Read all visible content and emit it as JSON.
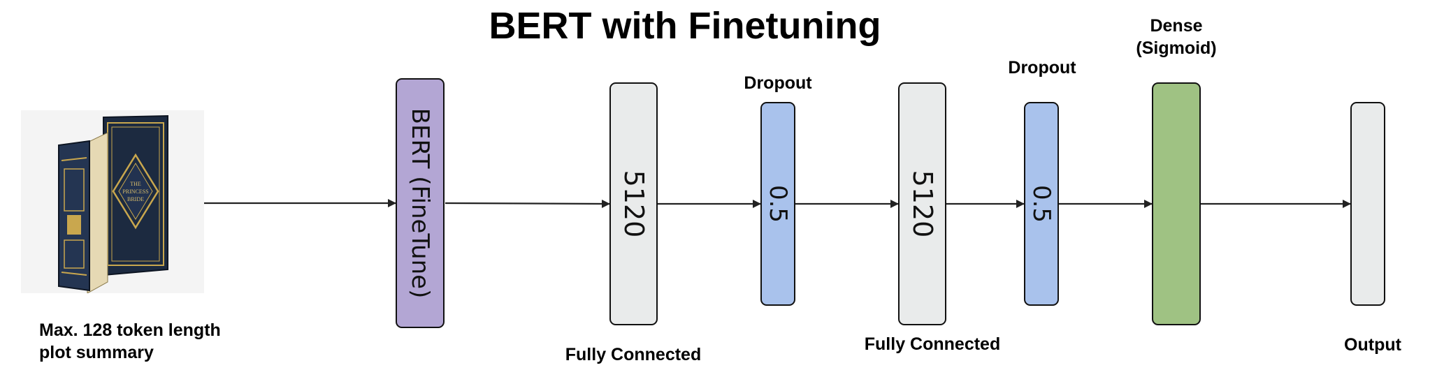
{
  "title": "BERT with Finetuning",
  "input": {
    "caption_line1": "Max. 128 token length",
    "caption_line2": "plot summary",
    "book_lettering": [
      "THE",
      "PRINCESS",
      "BRIDE"
    ]
  },
  "layers": [
    {
      "id": "bert",
      "text": "BERT (FineTune)",
      "label": "",
      "color": "#b3a6d4"
    },
    {
      "id": "fc1",
      "text": "5120",
      "label": "Fully Connected",
      "color": "#e9ebeb"
    },
    {
      "id": "dropout1",
      "text": "0.5",
      "label": "Dropout",
      "color": "#a9c2ec"
    },
    {
      "id": "fc2",
      "text": "5120",
      "label": "Fully  Connected",
      "color": "#e9ebeb"
    },
    {
      "id": "dropout2",
      "text": "0.5",
      "label": "Dropout",
      "color": "#a9c2ec"
    },
    {
      "id": "dense",
      "text": "",
      "label_line1": "Dense",
      "label_line2": "(Sigmoid)",
      "color": "#9fc283"
    },
    {
      "id": "output",
      "text": "",
      "label": "Output",
      "color": "#e9ebeb"
    }
  ],
  "colors": {
    "arrow": "#222222",
    "book_cover": "#1f2e45",
    "book_gold": "#c9a74e"
  }
}
